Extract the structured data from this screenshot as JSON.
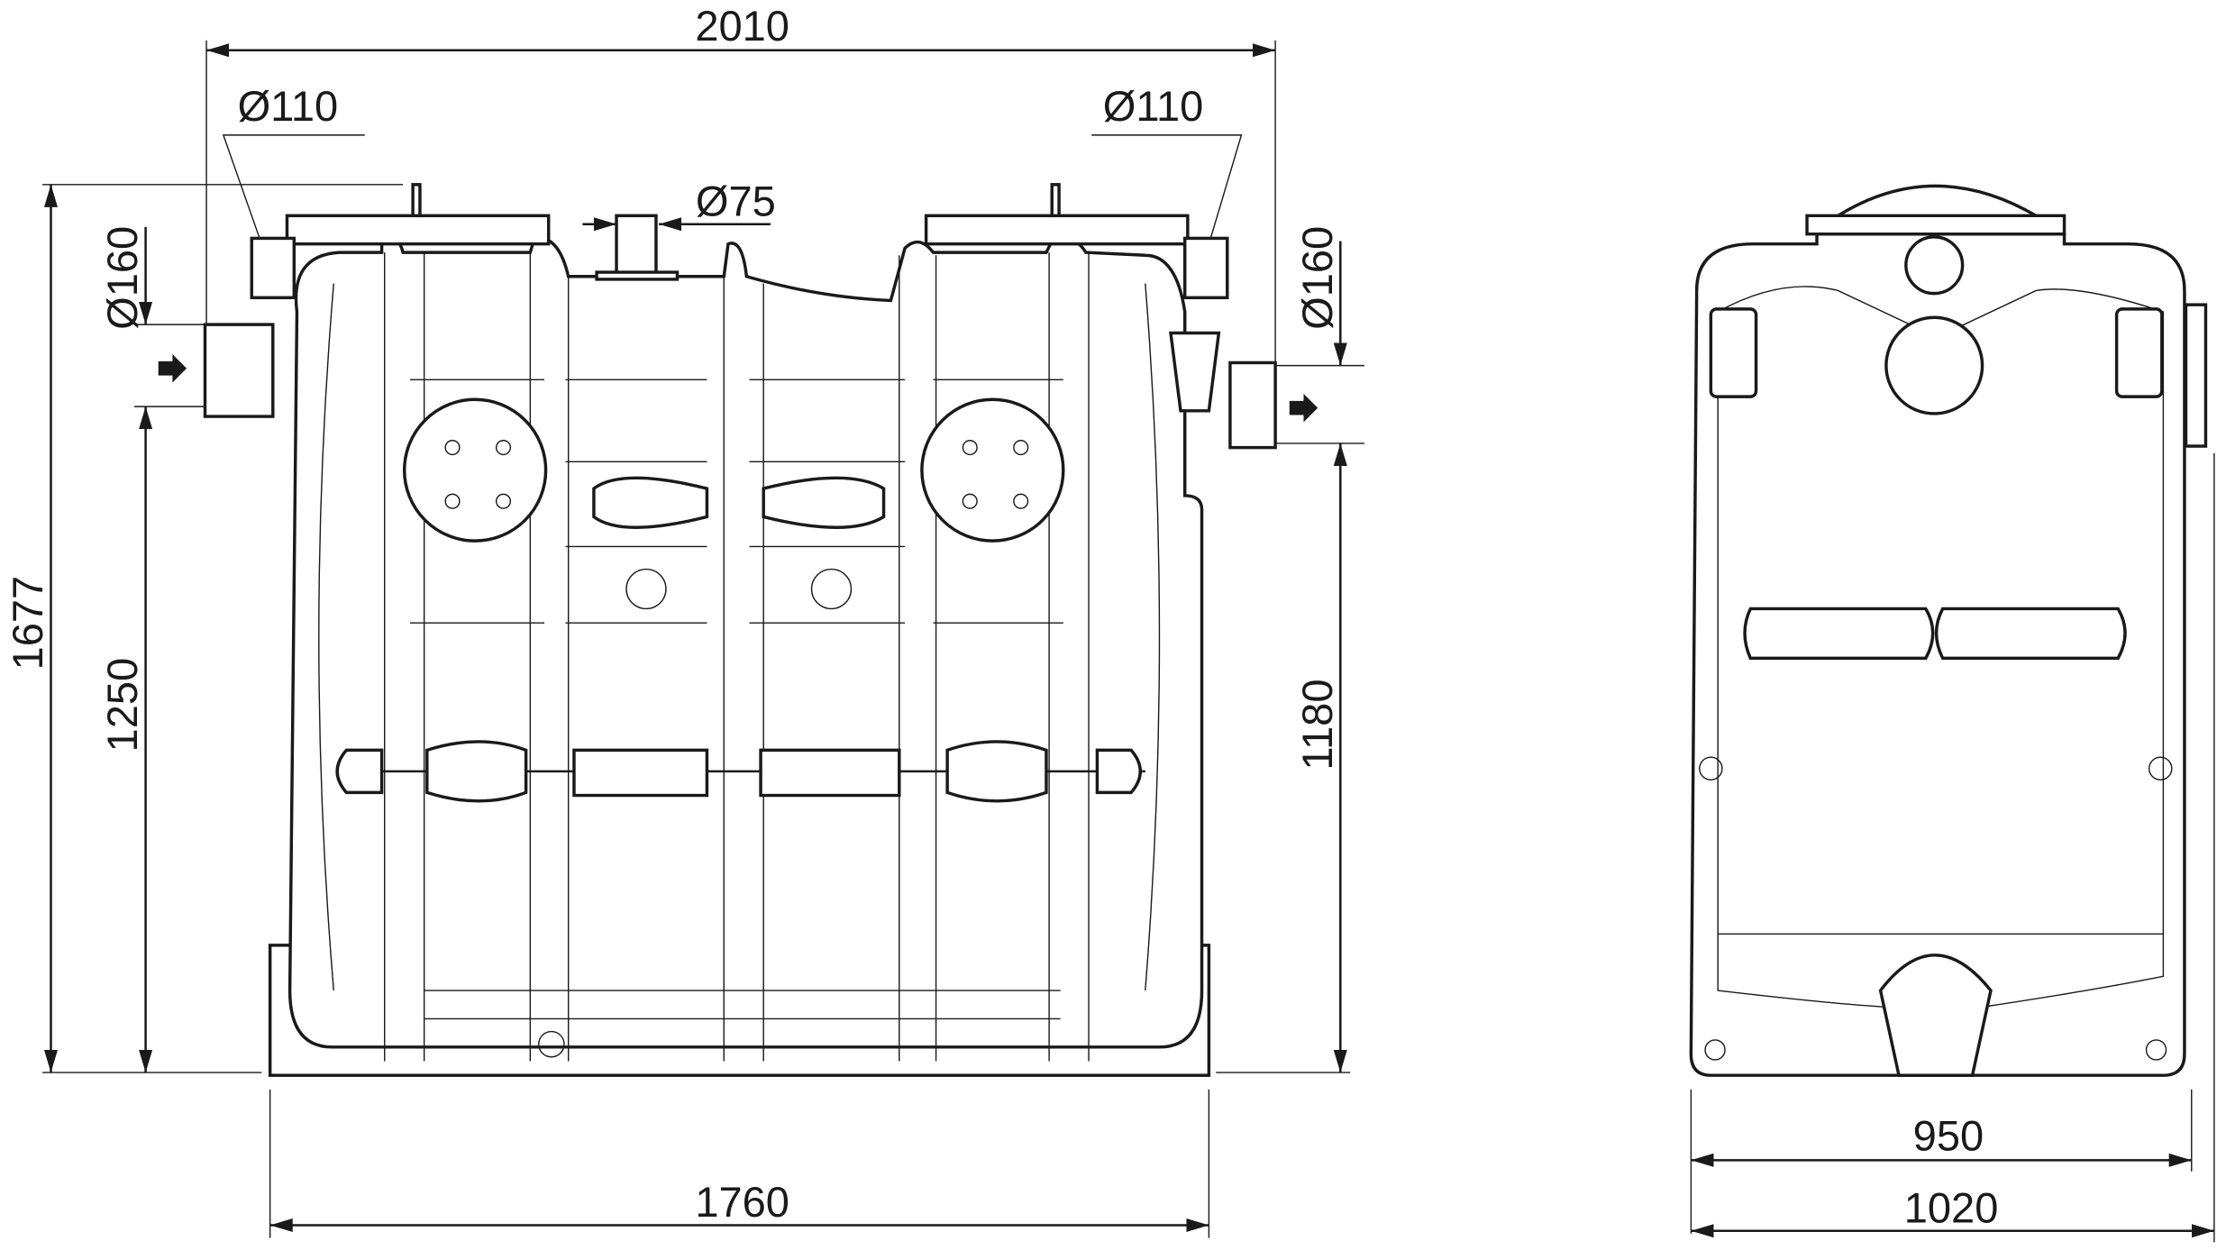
{
  "drawing": {
    "front_view": {
      "overall_length": "2010",
      "base_length": "1760",
      "total_height": "1677",
      "inlet_height": "1250",
      "outlet_height": "1180",
      "inlet_pipe_diameter": "Ø160",
      "outlet_pipe_diameter": "Ø160",
      "left_vent_diameter": "Ø110",
      "right_vent_diameter": "Ø110",
      "top_pipe_diameter": "Ø75"
    },
    "side_view": {
      "inner_width": "950",
      "outer_width": "1020"
    }
  }
}
